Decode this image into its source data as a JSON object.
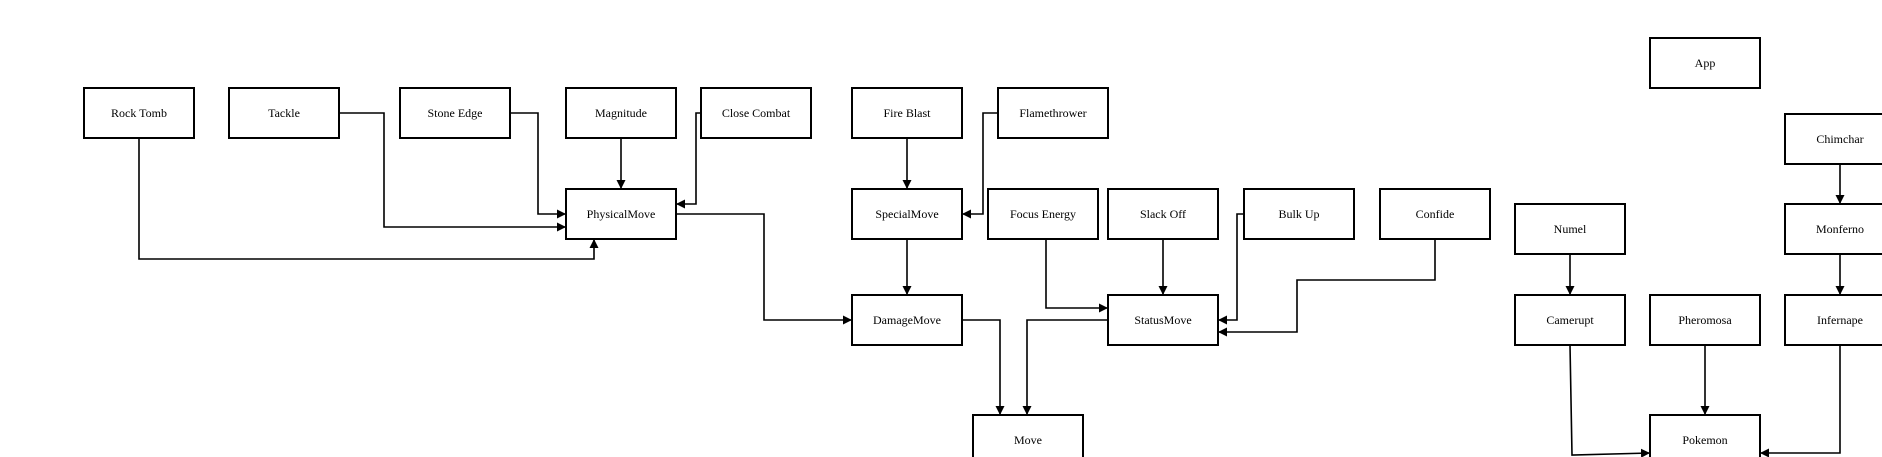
{
  "diagram": {
    "nodes": [
      {
        "id": "app",
        "label": "App"
      },
      {
        "id": "rock_tomb",
        "label": "Rock Tomb"
      },
      {
        "id": "tackle",
        "label": "Tackle"
      },
      {
        "id": "stone_edge",
        "label": "Stone Edge"
      },
      {
        "id": "magnitude",
        "label": "Magnitude"
      },
      {
        "id": "close_combat",
        "label": "Close Combat"
      },
      {
        "id": "fire_blast",
        "label": "Fire Blast"
      },
      {
        "id": "flamethrower",
        "label": "Flamethrower"
      },
      {
        "id": "chimchar",
        "label": "Chimchar"
      },
      {
        "id": "physical_move",
        "label": "PhysicalMove"
      },
      {
        "id": "special_move",
        "label": "SpecialMove"
      },
      {
        "id": "focus_energy",
        "label": "Focus Energy"
      },
      {
        "id": "slack_off",
        "label": "Slack Off"
      },
      {
        "id": "bulk_up",
        "label": "Bulk Up"
      },
      {
        "id": "confide",
        "label": "Confide"
      },
      {
        "id": "numel",
        "label": "Numel"
      },
      {
        "id": "monferno",
        "label": "Monferno"
      },
      {
        "id": "damage_move",
        "label": "DamageMove"
      },
      {
        "id": "status_move",
        "label": "StatusMove"
      },
      {
        "id": "camerupt",
        "label": "Camerupt"
      },
      {
        "id": "pheromosa",
        "label": "Pheromosa"
      },
      {
        "id": "infernape",
        "label": "Infernape"
      },
      {
        "id": "move",
        "label": "Move"
      },
      {
        "id": "pokemon",
        "label": "Pokemon"
      }
    ],
    "edges": [
      {
        "from": "rock_tomb",
        "to": "physical_move"
      },
      {
        "from": "tackle",
        "to": "physical_move"
      },
      {
        "from": "stone_edge",
        "to": "physical_move"
      },
      {
        "from": "magnitude",
        "to": "physical_move"
      },
      {
        "from": "close_combat",
        "to": "physical_move"
      },
      {
        "from": "fire_blast",
        "to": "special_move"
      },
      {
        "from": "flamethrower",
        "to": "special_move"
      },
      {
        "from": "physical_move",
        "to": "damage_move"
      },
      {
        "from": "special_move",
        "to": "damage_move"
      },
      {
        "from": "focus_energy",
        "to": "status_move"
      },
      {
        "from": "slack_off",
        "to": "status_move"
      },
      {
        "from": "bulk_up",
        "to": "status_move"
      },
      {
        "from": "confide",
        "to": "status_move"
      },
      {
        "from": "damage_move",
        "to": "move"
      },
      {
        "from": "status_move",
        "to": "move"
      },
      {
        "from": "chimchar",
        "to": "monferno"
      },
      {
        "from": "monferno",
        "to": "infernape"
      },
      {
        "from": "numel",
        "to": "camerupt"
      },
      {
        "from": "camerupt",
        "to": "pokemon"
      },
      {
        "from": "pheromosa",
        "to": "pokemon"
      },
      {
        "from": "infernape",
        "to": "pokemon"
      }
    ]
  }
}
